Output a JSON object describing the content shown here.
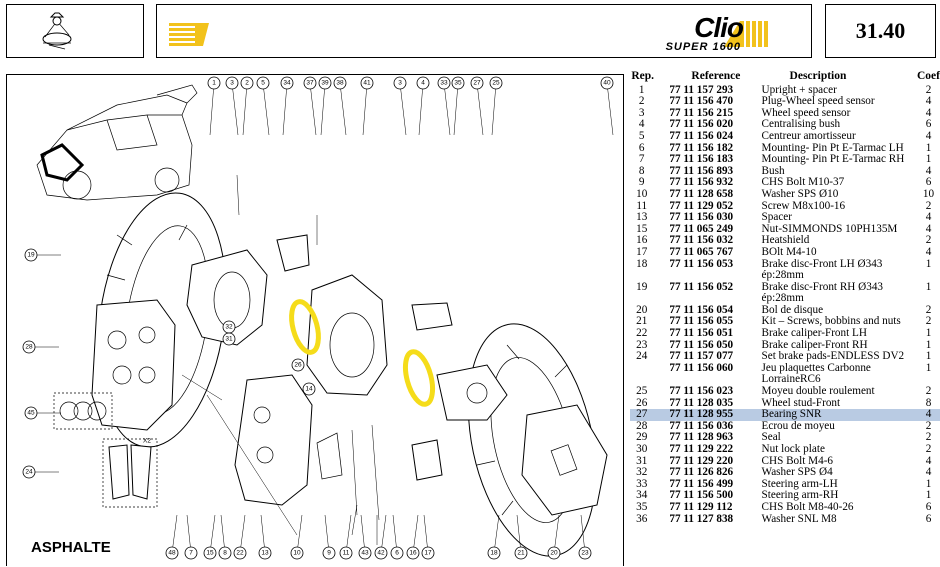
{
  "header": {
    "brand": "Clio",
    "brand_sub": "SUPER 1600",
    "page_number": "31.40"
  },
  "diagram": {
    "label": "ASPHALTE",
    "kit_label": "X2",
    "top_callouts": [
      "1",
      "3",
      "2",
      "5",
      "34",
      "37",
      "39",
      "38",
      "41",
      "3",
      "4",
      "33",
      "35",
      "27",
      "25",
      "40"
    ],
    "bottom_callouts": [
      "48",
      "7",
      "15",
      "8",
      "22",
      "13",
      "10",
      "9",
      "11",
      "43",
      "42",
      "6",
      "16",
      "17",
      "18",
      "21",
      "20",
      "23"
    ],
    "left_callouts": [
      "19",
      "28",
      "45",
      "24"
    ],
    "inner_callouts": [
      "32",
      "31",
      "26",
      "14"
    ]
  },
  "table": {
    "headers": {
      "rep": "Rep.",
      "ref": "Reference",
      "desc": "Description",
      "coef": "Coef"
    },
    "rows": [
      {
        "rep": "1",
        "ref": "77 11 157 293",
        "desc": "Upright + spacer",
        "coef": "2"
      },
      {
        "rep": "2",
        "ref": "77 11 156 470",
        "desc": "Plug-Wheel speed sensor",
        "coef": "4"
      },
      {
        "rep": "3",
        "ref": "77 11 156 215",
        "desc": "Wheel speed sensor",
        "coef": "4"
      },
      {
        "rep": "4",
        "ref": "77 11 156 020",
        "desc": "Centralising bush",
        "coef": "6"
      },
      {
        "rep": "5",
        "ref": "77 11 156 024",
        "desc": "Centreur amortisseur",
        "coef": "4"
      },
      {
        "rep": "6",
        "ref": "77 11 156 182",
        "desc": "Mounting- Pin Pt E-Tarmac LH",
        "coef": "1"
      },
      {
        "rep": "7",
        "ref": "77 11 156 183",
        "desc": "Mounting- Pin Pt E-Tarmac RH",
        "coef": "1"
      },
      {
        "rep": "8",
        "ref": "77 11 156 893",
        "desc": "Bush",
        "coef": "4"
      },
      {
        "rep": "9",
        "ref": "77 11 156 932",
        "desc": "CHS Bolt M10-37",
        "coef": "6"
      },
      {
        "rep": "10",
        "ref": "77 11 128 658",
        "desc": "Washer SPS Ø10",
        "coef": "10"
      },
      {
        "rep": "11",
        "ref": "77 11 129 052",
        "desc": "Screw M8x100-16",
        "coef": "2"
      },
      {
        "rep": "13",
        "ref": "77 11 156 030",
        "desc": "Spacer",
        "coef": "4"
      },
      {
        "rep": "15",
        "ref": "77 11 065 249",
        "desc": "Nut-SIMMONDS 10PH135M",
        "coef": "4"
      },
      {
        "rep": "16",
        "ref": "77 11 156 032",
        "desc": "Heatshield",
        "coef": "2"
      },
      {
        "rep": "17",
        "ref": "77 11 065 767",
        "desc": "BOlt M4-10",
        "coef": "4"
      },
      {
        "rep": "18",
        "ref": "77 11 156 053",
        "desc": "Brake disc-Front LH Ø343 ép:28mm",
        "coef": "1"
      },
      {
        "rep": "19",
        "ref": "77 11 156 052",
        "desc": "Brake disc-Front RH Ø343 ép:28mm",
        "coef": "1"
      },
      {
        "rep": "20",
        "ref": "77 11 156 054",
        "desc": "Bol de disque",
        "coef": "2"
      },
      {
        "rep": "21",
        "ref": "77 11 156 055",
        "desc": "Kit – Screws, bobbins and nuts",
        "coef": "2"
      },
      {
        "rep": "22",
        "ref": "77 11 156 051",
        "desc": "Brake caliper-Front LH",
        "coef": "1"
      },
      {
        "rep": "23",
        "ref": "77 11 156 050",
        "desc": "Brake caliper-Front RH",
        "coef": "1"
      },
      {
        "rep": "24",
        "ref": "77 11 157 077",
        "desc": "Set brake pads-ENDLESS DV2",
        "coef": "1"
      },
      {
        "rep": "",
        "ref": "77 11 156 060",
        "desc": "Jeu plaquettes Carbonne LorraineRC6",
        "coef": "1"
      },
      {
        "rep": "25",
        "ref": "77 11 156 023",
        "desc": "Moyeu double roulement",
        "coef": "2"
      },
      {
        "rep": "26",
        "ref": "77 11 128 035",
        "desc": "Wheel stud-Front",
        "coef": "8"
      },
      {
        "rep": "27",
        "ref": "77 11 128 955",
        "desc": "Bearing SNR",
        "coef": "4",
        "highlight": true
      },
      {
        "rep": "28",
        "ref": "77 11 156 036",
        "desc": "Ecrou de moyeu",
        "coef": "2"
      },
      {
        "rep": "29",
        "ref": "77 11 128 963",
        "desc": "Seal",
        "coef": "2"
      },
      {
        "rep": "30",
        "ref": "77 11 129 222",
        "desc": "Nut lock plate",
        "coef": "2"
      },
      {
        "rep": "31",
        "ref": "77 11 129 220",
        "desc": "CHS Bolt M4-6",
        "coef": "4"
      },
      {
        "rep": "32",
        "ref": "77 11 126 826",
        "desc": "Washer SPS Ø4",
        "coef": "4"
      },
      {
        "rep": "33",
        "ref": "77 11 156 499",
        "desc": "Steering arm-LH",
        "coef": "1"
      },
      {
        "rep": "34",
        "ref": "77 11 156 500",
        "desc": "Steering arm-RH",
        "coef": "1"
      },
      {
        "rep": "35",
        "ref": "77 11 129 112",
        "desc": "CHS Bolt M8-40-26",
        "coef": "6"
      },
      {
        "rep": "36",
        "ref": "77 11 127 838",
        "desc": "Washer SNL M8",
        "coef": "6"
      }
    ]
  }
}
